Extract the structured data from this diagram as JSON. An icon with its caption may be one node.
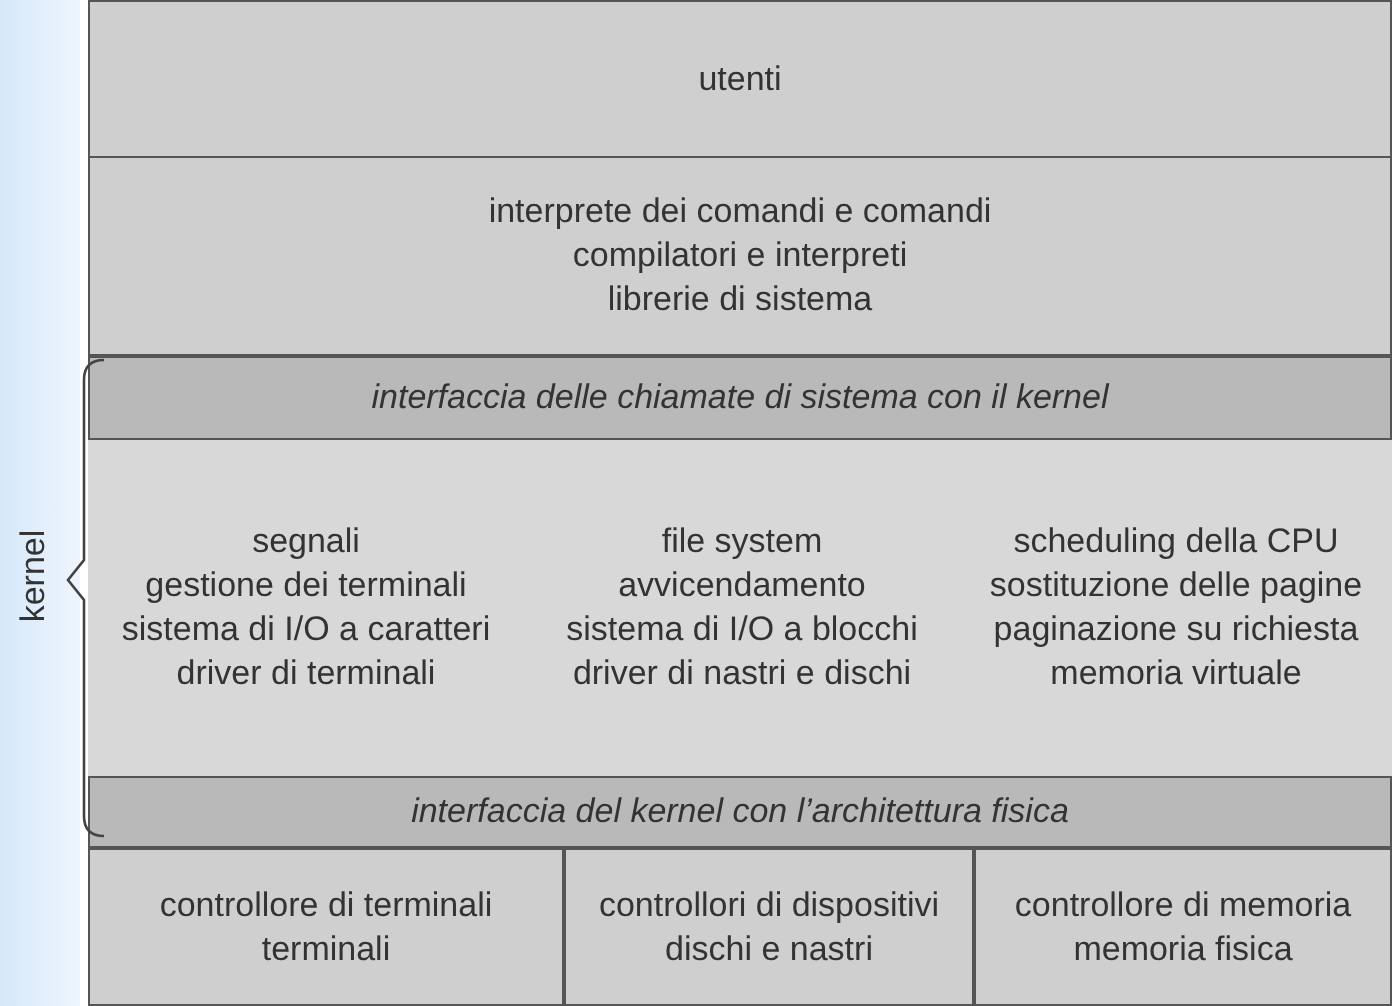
{
  "diagram": {
    "nodes": [
      {
        "text": [
          "utenti"
        ]
      },
      {
        "text": [
          "interprete dei comandi e comandi",
          "compilatori e interpreti",
          "librerie di sistema"
        ]
      },
      {
        "text": [
          "interfaccia delle chiamate di sistema con il kernel"
        ]
      },
      {
        "text": [
          "segnali",
          "gestione dei terminali",
          "sistema di I/O a caratteri",
          "driver di terminali"
        ]
      },
      {
        "text": [
          "file system",
          "avvicendamento",
          "sistema di I/O a blocchi",
          "driver di nastri e dischi"
        ]
      },
      {
        "text": [
          "scheduling della CPU",
          "sostituzione delle pagine",
          "paginazione su richiesta",
          "memoria virtuale"
        ]
      },
      {
        "text": [
          "interfaccia del kernel con l’architettura fisica"
        ]
      },
      {
        "text": [
          "controllore di terminali",
          "terminali"
        ]
      },
      {
        "text": [
          "controllori di dispositivi",
          "dischi e nastri"
        ]
      },
      {
        "text": [
          "controllore di memoria",
          "memoria fisica"
        ]
      }
    ],
    "edges": [],
    "labels": [
      "kernel"
    ]
  }
}
